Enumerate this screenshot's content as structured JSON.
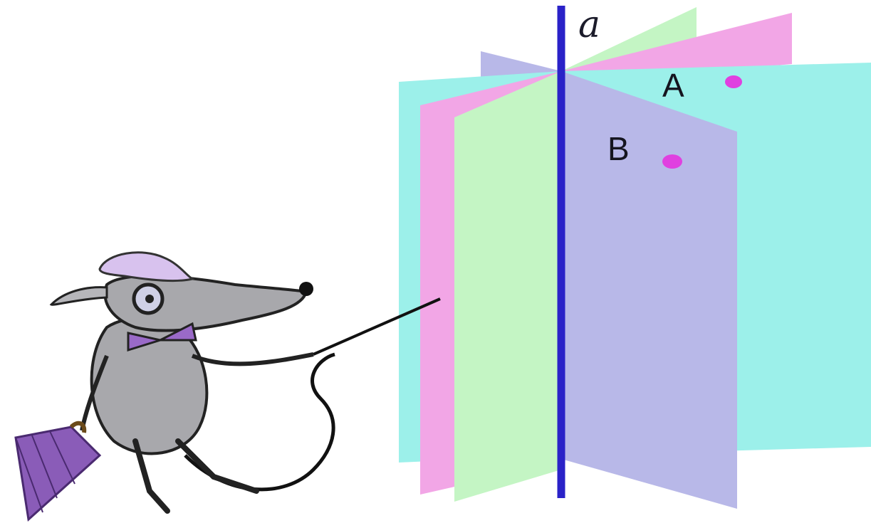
{
  "diagram": {
    "line_label": "a",
    "points": [
      {
        "label": "A",
        "color": "#e040e0"
      },
      {
        "label": "B",
        "color": "#e040e0"
      }
    ],
    "colors": {
      "axis_line": "#2a22c8",
      "plane_cyan": "#9cf0ea",
      "plane_pink": "#f2a6e6",
      "plane_green": "#c4f5c4",
      "plane_lavender": "#b8b8e8",
      "mouse_body": "#a8a8ac",
      "mouse_bowtie": "#9a6ac8",
      "umbrella": "#8a5cb8"
    },
    "icons": [
      "mouse-teacher-icon",
      "pointer-stick-icon",
      "umbrella-icon"
    ]
  }
}
